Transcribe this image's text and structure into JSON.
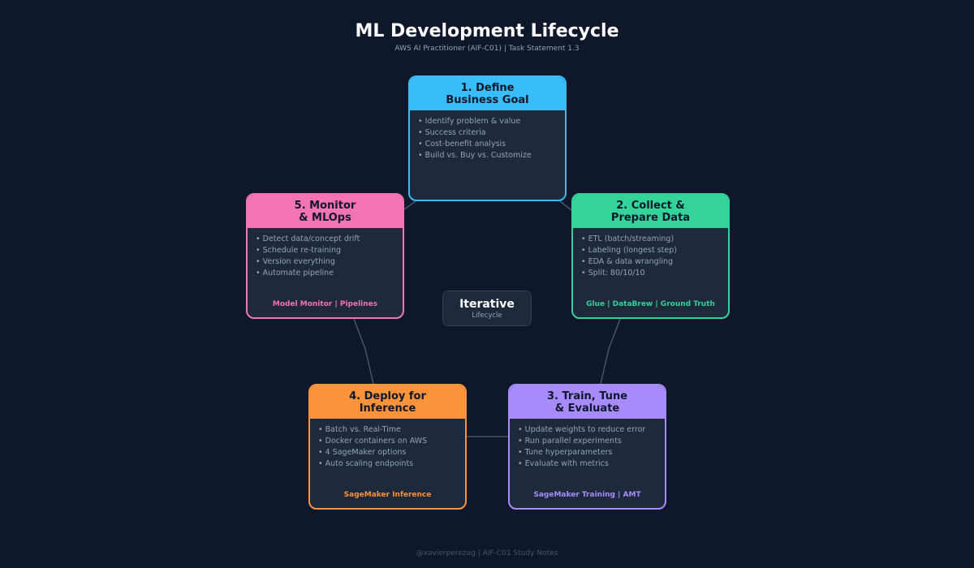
{
  "title": "ML Development Lifecycle",
  "subtitle": "AWS AI Practitioner (AIF-C01) | Task Statement 1.3",
  "center": {
    "title": "Iterative",
    "subtitle": "Lifecycle"
  },
  "footer": "@xavierperezag | AIF-C01 Study Notes",
  "stages": [
    {
      "title": "1. Define\nBusiness Goal",
      "color": "#38bdf8",
      "bullets": [
        "Identify problem & value",
        "Success criteria",
        "Cost-benefit analysis",
        "Build vs. Buy vs. Customize"
      ],
      "tools": ""
    },
    {
      "title": "2. Collect &\nPrepare Data",
      "color": "#34d399",
      "bullets": [
        "ETL (batch/streaming)",
        "Labeling (longest step)",
        "EDA & data wrangling",
        "Split: 80/10/10"
      ],
      "tools": "Glue | DataBrew | Ground Truth"
    },
    {
      "title": "3. Train, Tune\n& Evaluate",
      "color": "#a78bfa",
      "bullets": [
        "Update weights to reduce error",
        "Run parallel experiments",
        "Tune hyperparameters",
        "Evaluate with metrics"
      ],
      "tools": "SageMaker Training | AMT"
    },
    {
      "title": "4. Deploy for\nInference",
      "color": "#fb923c",
      "bullets": [
        "Batch vs. Real-Time",
        "Docker containers on AWS",
        "4 SageMaker options",
        "Auto scaling endpoints"
      ],
      "tools": "SageMaker Inference"
    },
    {
      "title": "5. Monitor\n& MLOps",
      "color": "#f472b6",
      "bullets": [
        "Detect data/concept drift",
        "Schedule re-training",
        "Version everything",
        "Automate pipeline"
      ],
      "tools": "Model Monitor | Pipelines"
    }
  ]
}
